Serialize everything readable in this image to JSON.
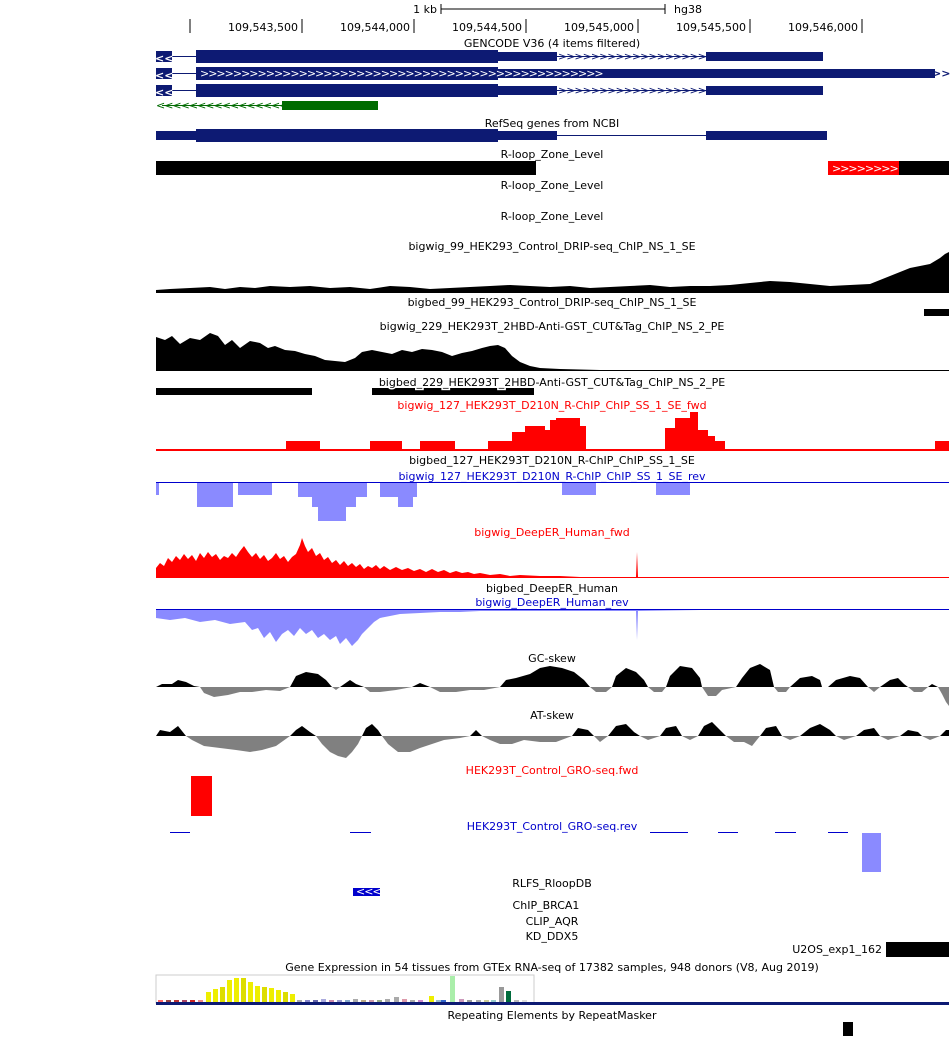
{
  "scale": {
    "label": "1 kb",
    "assembly": "hg38"
  },
  "ruler": {
    "ticks": [
      "109,543,500",
      "109,544,000",
      "109,544,500",
      "109,545,000",
      "109,545,500",
      "109,546,000"
    ]
  },
  "colors": {
    "gene_navy": "#0d1a73",
    "green": "#006b00",
    "red": "#ff0000",
    "blue": "#0000cc",
    "light_blue": "#8a8aff",
    "black": "#000000",
    "gray": "#808080"
  },
  "tracks": {
    "gencode": "GENCODE V36 (4 items filtered)",
    "refseq": "RefSeq genes from NCBI",
    "rloop1": "R-loop_Zone_Level",
    "rloop2": "R-loop_Zone_Level",
    "rloop3": "R-loop_Zone_Level",
    "drip_wig": "bigwig_99_HEK293_Control_DRIP-seq_ChIP_NS_1_SE",
    "drip_bed": "bigbed_99_HEK293_Control_DRIP-seq_ChIP_NS_1_SE",
    "cut_wig": "bigwig_229_HEK293T_2HBD-Anti-GST_CUT&Tag_ChIP_NS_2_PE",
    "cut_bed": "bigbed_229_HEK293T_2HBD-Anti-GST_CUT&Tag_ChIP_NS_2_PE",
    "rchip_fwd": "bigwig_127_HEK293T_D210N_R-ChIP_ChIP_SS_1_SE_fwd",
    "rchip_bed": "bigbed_127_HEK293T_D210N_R-ChIP_ChIP_SS_1_SE",
    "rchip_rev": "bigwig_127_HEK293T_D210N_R-ChIP_ChIP_SS_1_SE_rev",
    "deeper_fwd": "bigwig_DeepER_Human_fwd",
    "deeper_bed": "bigbed_DeepER_Human",
    "deeper_rev": "bigwig_DeepER_Human_rev",
    "gc": "GC-skew",
    "at": "AT-skew",
    "gro_fwd": "HEK293T_Control_GRO-seq.fwd",
    "gro_rev": "HEK293T_Control_GRO-seq.rev",
    "rlfs": "RLFS_RloopDB",
    "brca1": "ChIP_BRCA1",
    "aqr": "CLIP_AQR",
    "ddx5": "KD_DDX5",
    "u2os": "U2OS_exp1_162",
    "gtex": "Gene Expression in 54 tissues from GTEx RNA-seq of 17382 samples, 948 donors (V8, Aug 2019)",
    "rmsk": "Repeating Elements by RepeatMasker"
  }
}
